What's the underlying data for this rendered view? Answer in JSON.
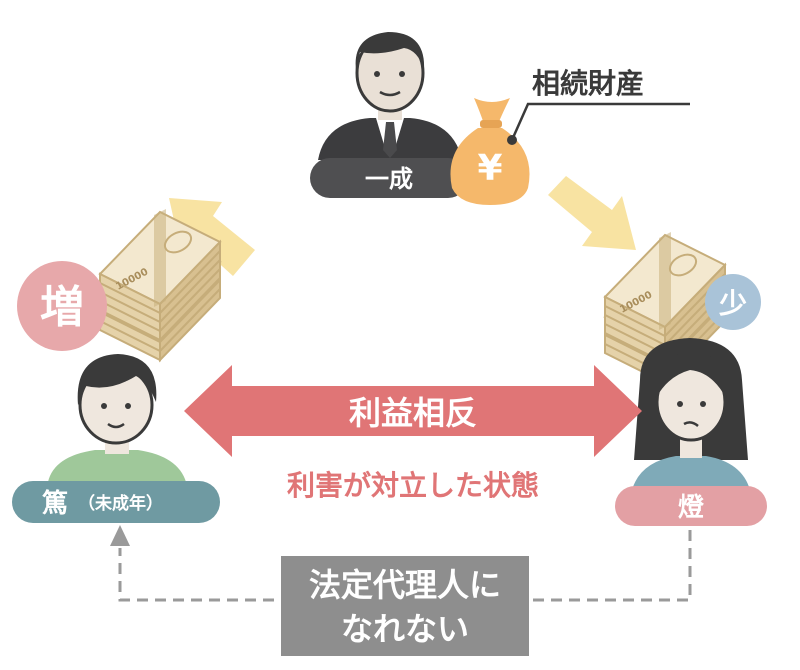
{
  "people": {
    "parent": {
      "name": "一成"
    },
    "child_left": {
      "name": "篤",
      "note": "（未成年）"
    },
    "child_right": {
      "name": "燈"
    }
  },
  "estate": {
    "label": "相続財産",
    "symbol": "¥"
  },
  "badges": {
    "increase": "増",
    "decrease": "少"
  },
  "conflict": {
    "title": "利益相反",
    "caption": "利害が対立した状態"
  },
  "guardian": {
    "line1": "法定代理人に",
    "line2": "なれない"
  },
  "money": {
    "denomination": "10000"
  },
  "colors": {
    "conflict_red": "#e07576",
    "dark_badge": "#4f4f51",
    "teal_badge": "#6f9aa2",
    "pink_badge": "#e3a0a4",
    "increase_circle": "#e7a8aa",
    "decrease_circle": "#a9c3d8",
    "arrow_yellow": "#f8e3a2",
    "bag_orange": "#f5b86b",
    "bill_tan": "#e5d2a9",
    "gray_box": "#8e8e8e",
    "dashed_gray": "#9a9a9a"
  }
}
